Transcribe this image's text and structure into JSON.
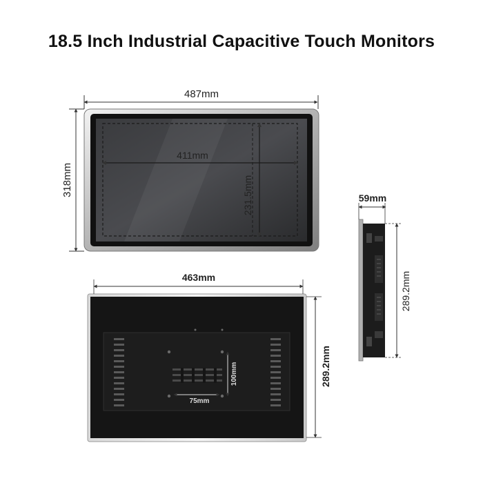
{
  "title": "18.5 Inch Industrial Capacitive Touch Monitors",
  "colors": {
    "bezel": "#8d8d8d",
    "bezel_light": "#e4e4e4",
    "screen": "#2e2f31",
    "back_panel": "#141414",
    "dimension_line": "#333333"
  },
  "front_view": {
    "width_label": "487mm",
    "height_label": "318mm",
    "active_width_label": "411mm",
    "active_height_label": "231.5mm"
  },
  "side_view": {
    "depth_label": "59mm",
    "height_label": "289.2mm"
  },
  "back_view": {
    "width_label": "463mm",
    "height_label": "289.2mm",
    "vesa_vertical_label": "100mm",
    "vesa_horizontal_label": "75mm"
  }
}
